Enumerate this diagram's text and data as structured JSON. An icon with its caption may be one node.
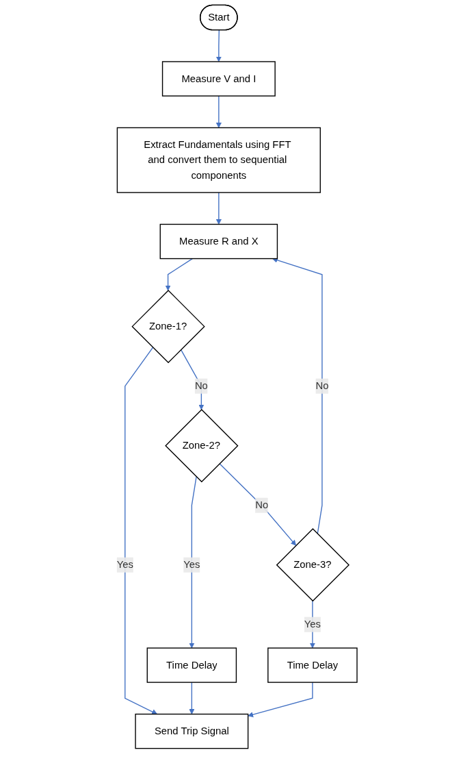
{
  "diagram": {
    "nodes": [
      {
        "text": [
          "Start"
        ]
      },
      {
        "text": [
          "Measure V and I"
        ]
      },
      {
        "text": [
          "Extract Fundamentals using FFT and convert them to sequential components"
        ]
      },
      {
        "text": [
          "Measure R and X"
        ]
      },
      {
        "text": [
          "Zone-1?"
        ]
      },
      {
        "text": [
          "Zone-2?"
        ]
      },
      {
        "text": [
          "Time Delay"
        ]
      },
      {
        "text": [
          "Zone-3?"
        ]
      },
      {
        "text": [
          "Time Delay"
        ]
      },
      {
        "text": [
          "Send Trip Signal"
        ]
      }
    ],
    "edges": [
      {
        "from": 0,
        "to": 1,
        "arrow": "to"
      },
      {
        "from": 1,
        "to": 2,
        "arrow": "to"
      },
      {
        "from": 2,
        "to": 3,
        "arrow": "to"
      },
      {
        "from": 3,
        "to": 4,
        "arrow": "to"
      },
      {
        "from": 4,
        "to": 9,
        "arrow": "to",
        "label": "Yes"
      },
      {
        "from": 4,
        "to": 5,
        "arrow": "to",
        "label": "No"
      },
      {
        "from": 5,
        "to": 6,
        "arrow": "to",
        "label": "Yes"
      },
      {
        "from": 5,
        "to": 7,
        "arrow": "to",
        "label": "No"
      },
      {
        "from": 7,
        "to": 8,
        "arrow": "to",
        "label": "Yes"
      },
      {
        "from": 7,
        "to": 3,
        "arrow": "to",
        "label": "No"
      },
      {
        "from": 6,
        "to": 9,
        "arrow": "to"
      },
      {
        "from": 8,
        "to": 9,
        "arrow": "to"
      }
    ]
  }
}
